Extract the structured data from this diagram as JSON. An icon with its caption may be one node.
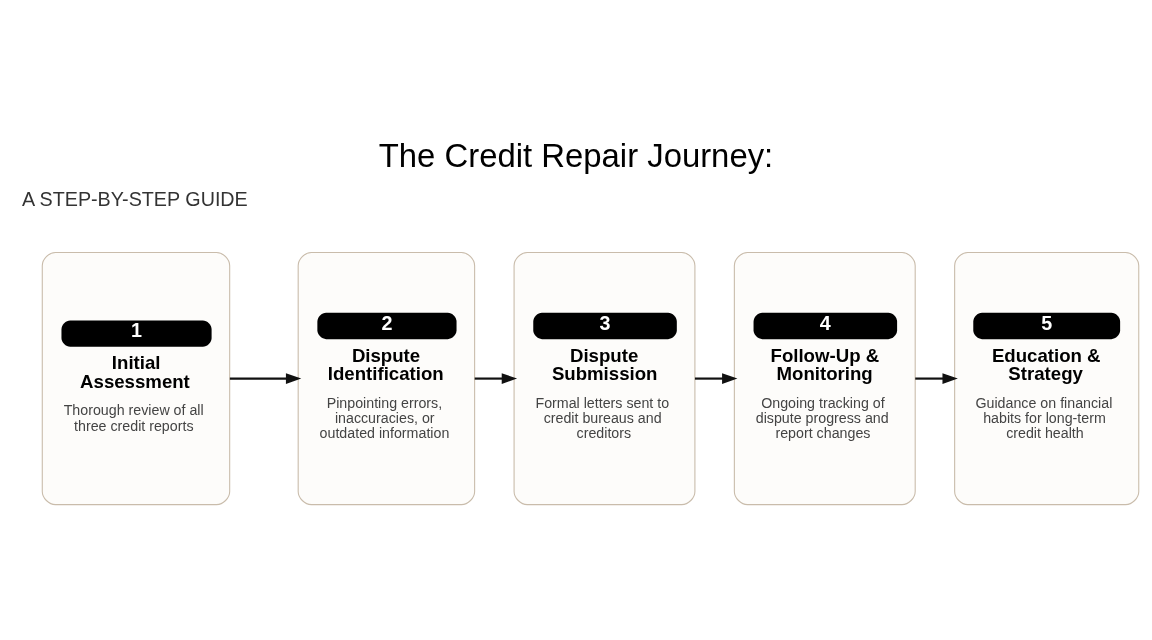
{
  "diagram": {
    "title": "The Credit Repair Journey:",
    "nodes": [
      {
        "text": [
          "1",
          "Initial Assessment",
          "Thorough review of all three credit reports"
        ]
      },
      {
        "text": [
          "2",
          "Dispute Identification",
          "Pinpointing errors, inaccuracies, or outdated information"
        ]
      },
      {
        "text": [
          "3",
          "Dispute Submission",
          "Formal letters sent to credit bureaus and creditors"
        ]
      },
      {
        "text": [
          "4",
          "Follow-Up & Monitoring",
          "Ongoing tracking of dispute progress and report changes"
        ]
      },
      {
        "text": [
          "5",
          "Education & Strategy",
          "Guidance on financial habits for long-term credit health"
        ]
      }
    ],
    "edges": [
      {
        "from": 0,
        "to": 1,
        "arrow": "to"
      },
      {
        "from": 1,
        "to": 2,
        "arrow": "to"
      },
      {
        "from": 2,
        "to": 3,
        "arrow": "to"
      },
      {
        "from": 3,
        "to": 4,
        "arrow": "to"
      }
    ],
    "labels": [
      "A STEP-BY-STEP GUIDE"
    ]
  }
}
